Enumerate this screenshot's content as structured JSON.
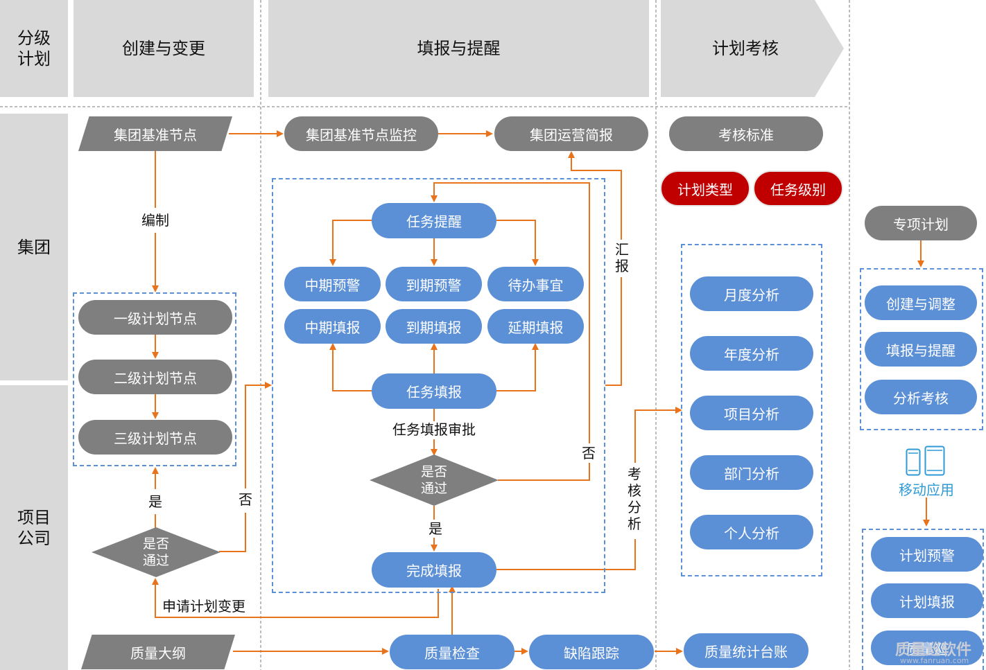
{
  "headers": {
    "col_lane": "分级\n计划",
    "col1": "创建与变更",
    "col2": "填报与提醒",
    "col3": "计划考核"
  },
  "lanes": {
    "group": "集团",
    "project": "项目\n公司"
  },
  "nodes": {
    "group_baseline": "集团基准节点",
    "group_baseline_monitor": "集团基准节点监控",
    "group_ops_brief": "集团运营简报",
    "assessment_std": "考核标准",
    "plan_type": "计划类型",
    "task_level": "任务级别",
    "level1": "一级计划节点",
    "level2": "二级计划节点",
    "level3": "三级计划节点",
    "task_reminder": "任务提醒",
    "mid_warning": "中期预警",
    "due_warning": "到期预警",
    "todo": "待办事宜",
    "mid_report": "中期填报",
    "due_report": "到期填报",
    "delay_report": "延期填报",
    "task_report": "任务填报",
    "complete_report": "完成填报",
    "monthly": "月度分析",
    "yearly": "年度分析",
    "project_analysis": "项目分析",
    "dept_analysis": "部门分析",
    "personal_analysis": "个人分析",
    "quality_outline": "质量大纲",
    "quality_check": "质量检查",
    "defect_tracking": "缺陷跟踪",
    "quality_ledger": "质量统计台账",
    "special_plan": "专项计划",
    "create_adjust": "创建与调整",
    "report_remind": "填报与提醒",
    "analysis_assess": "分析考核",
    "mobile_app": "移动应用",
    "plan_warning": "计划预警",
    "plan_report": "计划填报",
    "quality_bottom": "质量巡"
  },
  "decisions": {
    "pass_left": "是否\n通过",
    "pass_center": "是否\n通过"
  },
  "labels": {
    "compile": "编制",
    "yes_left": "是",
    "no_left": "否",
    "apply_change": "申请计划变更",
    "approval": "任务填报审批",
    "no_center": "否",
    "yes_center": "是",
    "report_up": "汇\n报",
    "assess_analysis": "考\n核\n分\n析"
  },
  "watermark": {
    "text": "质量巡软件",
    "url": "www.fanruan.com"
  },
  "colors": {
    "header_gray": "#d9d9d9",
    "node_gray": "#7f7f7f",
    "node_blue": "#5b8fd6",
    "node_red": "#c00000",
    "arrow_orange": "#e8731a",
    "dash_blue": "#5b8fd6",
    "mobile_blue": "#2e9ad6"
  },
  "icons": [
    "phone-icon",
    "tablet-icon"
  ]
}
